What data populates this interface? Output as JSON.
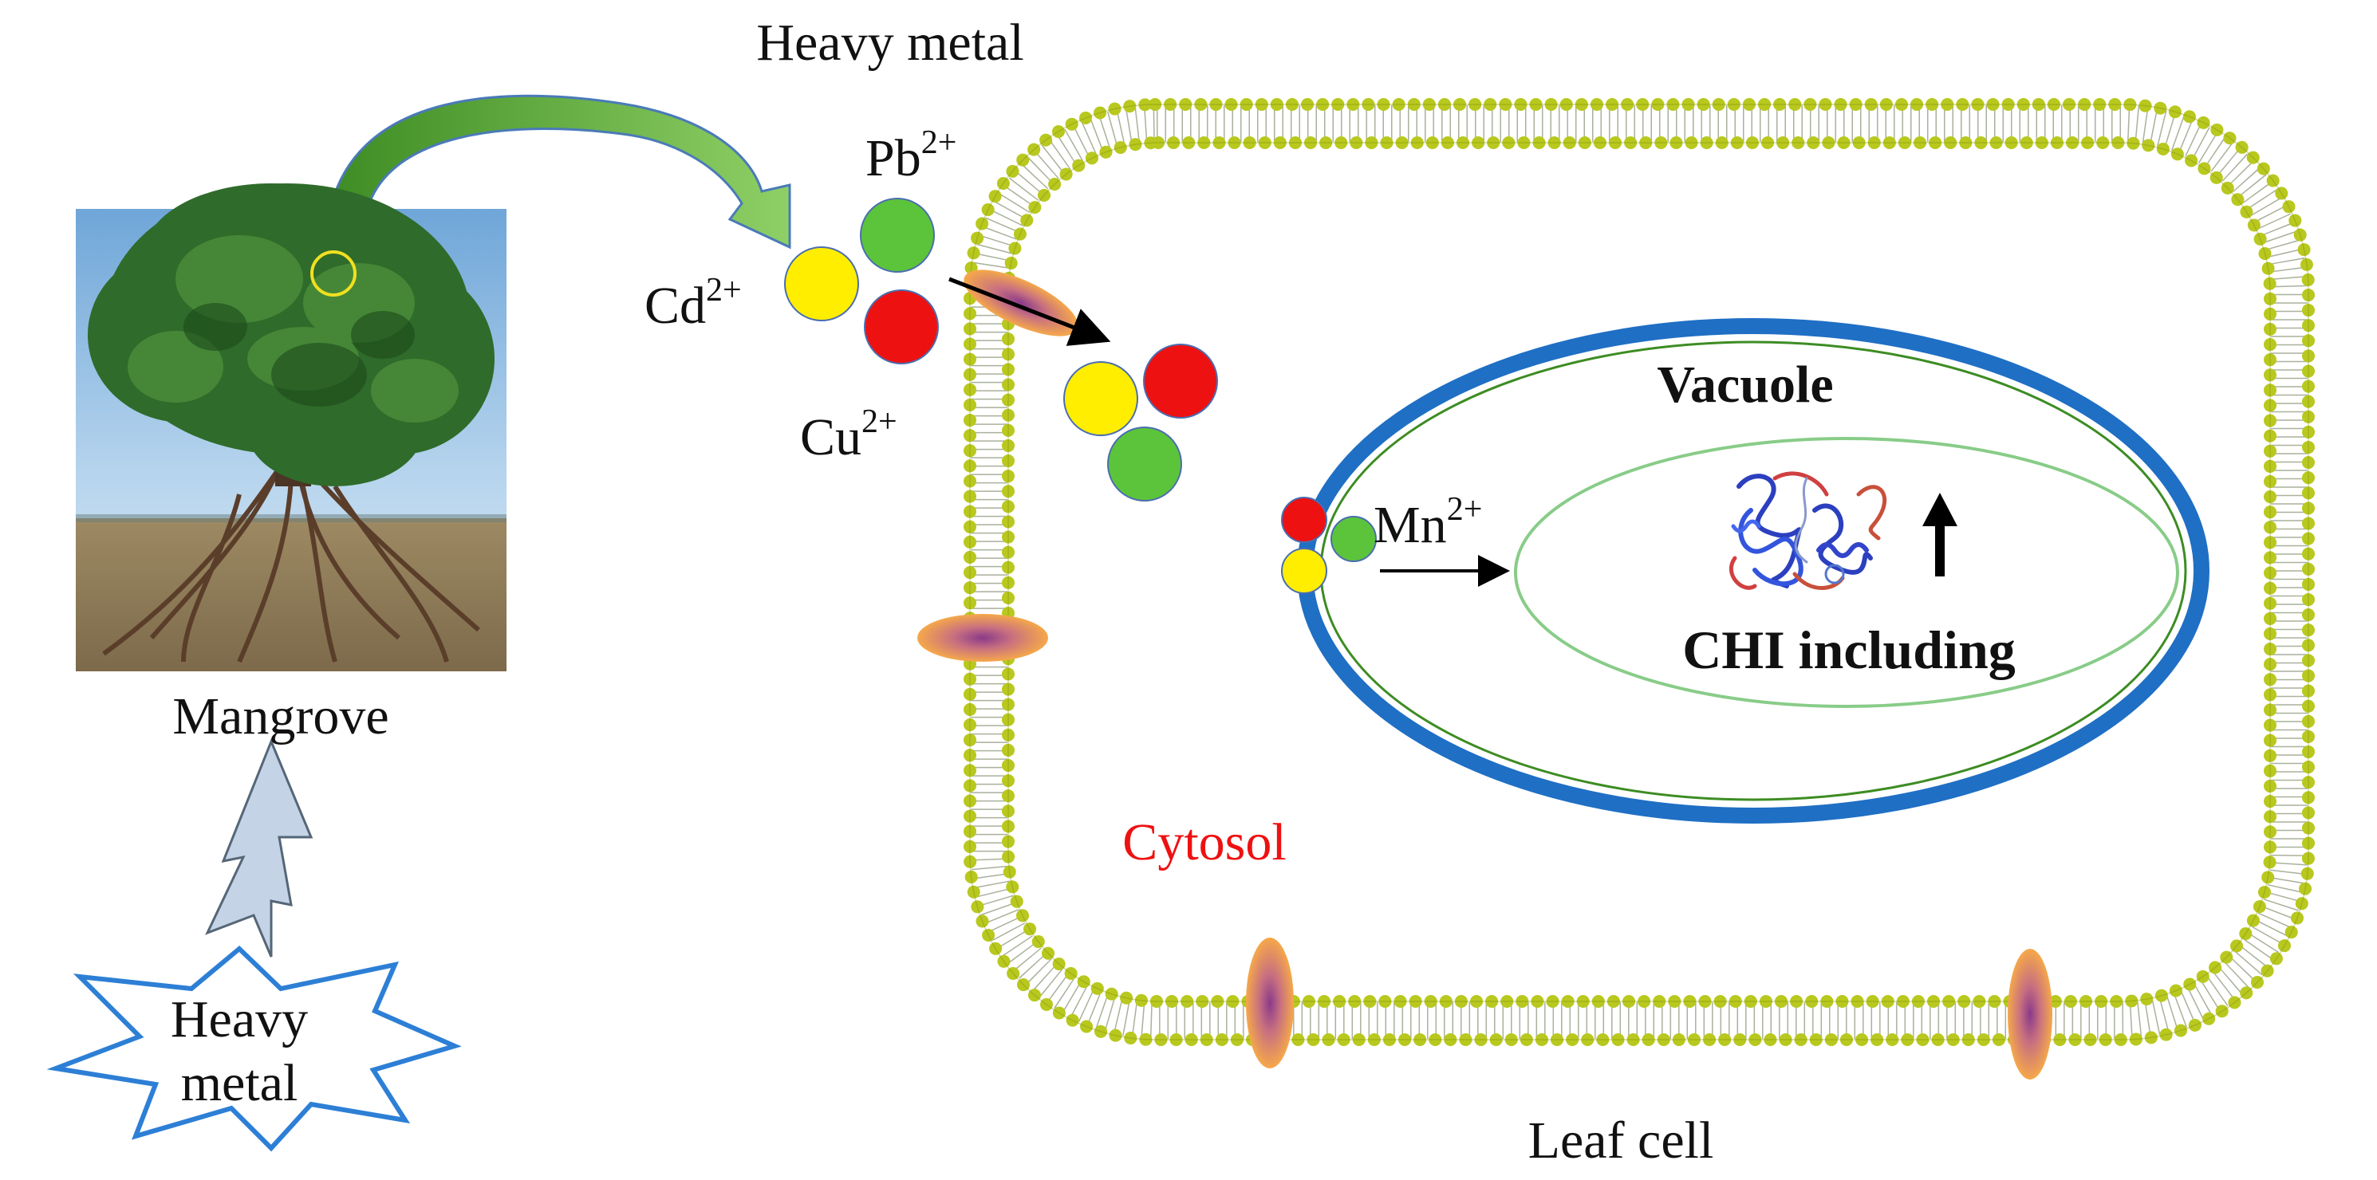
{
  "labels": {
    "heavy_metal_top": "Heavy metal",
    "pb": "Pb",
    "pb_sup": "2+",
    "cd": "Cd",
    "cd_sup": "2+",
    "cu": "Cu",
    "cu_sup": "2+",
    "mn": "Mn",
    "mn_sup": "2+",
    "vacuole": "Vacuole",
    "chi_including": "CHI including",
    "cytosol": "Cytosol",
    "mangrove": "Mangrove",
    "heavy_metal_star_line1": "Heavy",
    "heavy_metal_star_line2": "metal",
    "leaf_cell": "Leaf cell"
  },
  "colors": {
    "pb_ion": "#5cc43a",
    "cd_ion": "#ffee00",
    "cu_ion": "#ee1111",
    "vacuole_border": "#1f6fc4",
    "inner_ellipse": "#88cc88",
    "membrane_head": "#b8c81e",
    "curved_arrow": "#5aab2d",
    "transporter": "#f0a050",
    "star_border": "#2d7fd6",
    "cytosol_text": "#ee1111"
  }
}
